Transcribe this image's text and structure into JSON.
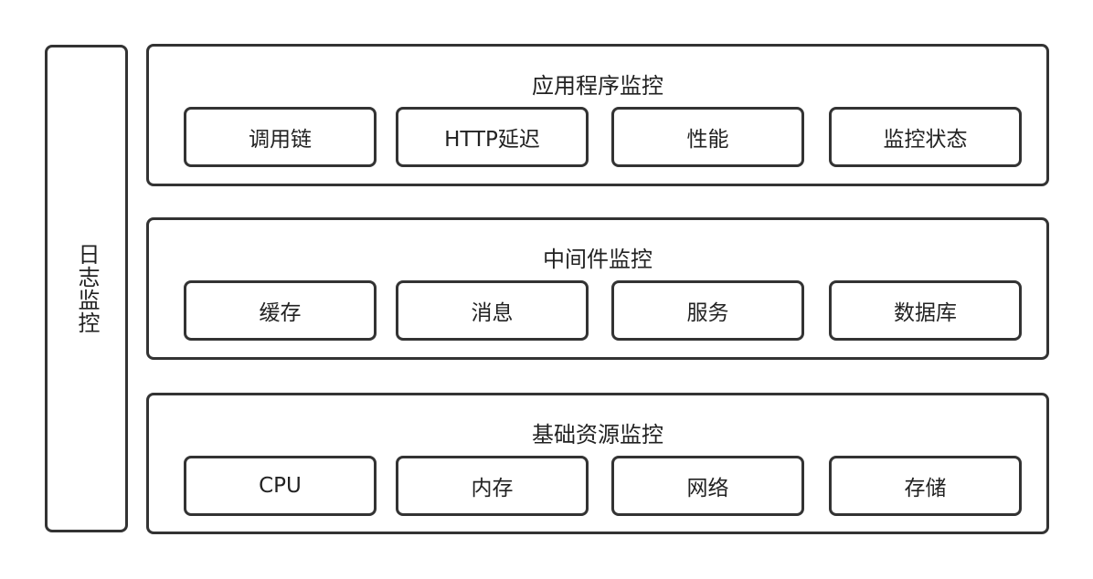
{
  "side": {
    "label": "日志监控"
  },
  "layers": [
    {
      "title": "应用程序监控",
      "items": [
        "调用链",
        "HTTP延迟",
        "性能",
        "监控状态"
      ]
    },
    {
      "title": "中间件监控",
      "items": [
        "缓存",
        "消息",
        "服务",
        "数据库"
      ]
    },
    {
      "title": "基础资源监控",
      "items": [
        "CPU",
        "内存",
        "网络",
        "存储"
      ]
    }
  ],
  "colors": {
    "border": "#333333",
    "text": "#222222",
    "background": "#ffffff"
  }
}
